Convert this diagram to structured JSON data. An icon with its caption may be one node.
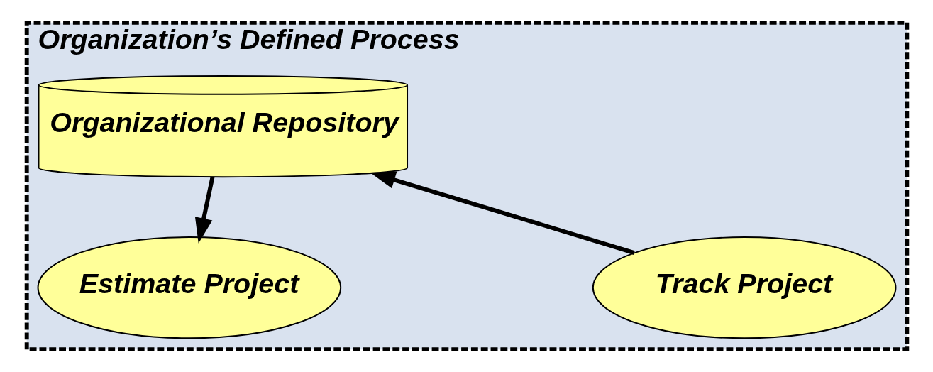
{
  "diagram": {
    "nodes": [
      {
        "text": [
          "Organization’s Defined Process"
        ]
      },
      {
        "text": [
          "Organizational Repository"
        ],
        "in": 0
      },
      {
        "text": [
          "Estimate Project"
        ],
        "in": 0
      },
      {
        "text": [
          "Track Project"
        ],
        "in": 0
      }
    ],
    "edges": [
      {
        "from": 1,
        "to": 2,
        "arrow": "to"
      },
      {
        "from": 3,
        "to": 1,
        "arrow": "to"
      }
    ]
  }
}
